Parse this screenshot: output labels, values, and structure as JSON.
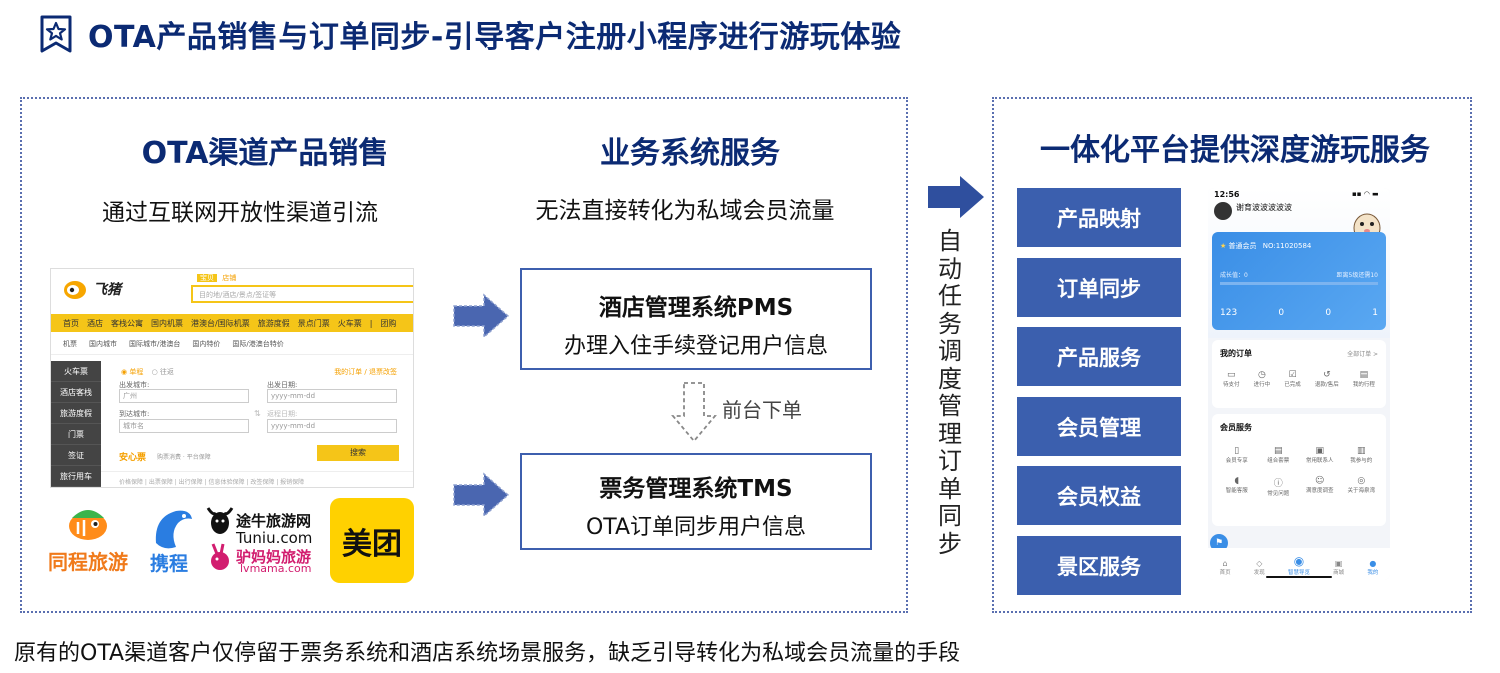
{
  "header": {
    "title": "OTA产品销售与订单同步-引导客户注册小程序进行游玩体验"
  },
  "left": {
    "ota": {
      "title": "OTA渠道产品销售",
      "subtitle": "通过互联网开放性渠道引流"
    },
    "business": {
      "title": "业务系统服务",
      "subtitle": "无法直接转化为私域会员流量"
    },
    "pms": {
      "name": "酒店管理系统PMS",
      "desc": "办理入住手续登记用户信息"
    },
    "tms": {
      "name": "票务管理系统TMS",
      "desc": "OTA订单同步用户信息"
    },
    "front_order": "前台下单"
  },
  "middle": {
    "auto_text": "自动任务调度管理订单同步"
  },
  "right": {
    "title": "一体化平台提供深度游玩服务",
    "services": [
      "产品映射",
      "订单同步",
      "产品服务",
      "会员管理",
      "会员权益",
      "景区服务"
    ]
  },
  "footer": {
    "note": "原有的OTA渠道客户仅停留于票务系统和酒店系统场景服务，缺乏引导转化为私域会员流量的手段"
  },
  "fliggy": {
    "brand": "飞猪",
    "search_tabs": [
      "宝贝",
      "店铺"
    ],
    "search_placeholder": "目的地/酒店/景点/签证等",
    "nav": [
      "首页",
      "酒店",
      "客栈公寓",
      "国内机票",
      "港澳台/国际机票",
      "旅游度假",
      "景点门票",
      "火车票",
      "|",
      "团购"
    ],
    "sub_nav": [
      "机票",
      "国内城市",
      "国际城市/港澳台",
      "国内特价",
      "国际/港澳台特价"
    ],
    "side": [
      "火车票",
      "酒店客栈",
      "旅游度假",
      "门票",
      "签证",
      "旅行用车"
    ],
    "trip_single": "单程",
    "trip_round": "往返",
    "my_orders": "我的订单 / 退票改签",
    "from_label": "出发城市:",
    "from_value": "广州",
    "to_label": "到达城市:",
    "to_value": "城市名",
    "depart_label": "出发日期:",
    "depart_value": "yyyy-mm-dd",
    "return_label": "返程日期:",
    "return_value": "yyyy-mm-dd",
    "search_button": "搜索",
    "promo": "安心票",
    "promo_sub": "购票消费 · 平台保障",
    "guarantees": "价格保障 | 出票保障 | 出行保障 | 信息体验保障 | 改签保障 | 报销保障"
  },
  "logos": {
    "tongcheng": "同程旅游",
    "ctrip": "携程",
    "tuniu_cn": "途牛旅游网",
    "tuniu_en": "Tuniu.com",
    "lvmama_cn": "驴妈妈旅游",
    "lvmama_en": "lvmama.com",
    "meituan": "美团"
  },
  "phone": {
    "time": "12:56",
    "username": "谢育波波波波波",
    "tier": "普通会员",
    "member_no": "NO:11020584",
    "growth": "成长值：0",
    "next_level": "距离5级还需10",
    "stats": [
      "123",
      "0",
      "0",
      "1"
    ],
    "orders_title": "我的订单",
    "orders_all": "全部订单 >",
    "orders": [
      "待支付",
      "进行中",
      "已完成",
      "退款/售后",
      "我的行程"
    ],
    "member_title": "会员服务",
    "member_items": [
      "会员专享",
      "组合套票",
      "常用联系人",
      "我参与的",
      "智能客服",
      "常见问题",
      "满意度调查",
      "关于海泉湾"
    ],
    "tabbar": [
      "首页",
      "发现",
      "智慧导览",
      "商城",
      "我的"
    ]
  },
  "colors": {
    "title_blue": "#0b2a73",
    "service_blue": "#3b5fae",
    "arrow_blue": "#2f4f9e",
    "fliggy_yellow": "#f5c518",
    "meituan_yellow": "#ffd100",
    "phone_blue": "#3a8ee6"
  }
}
